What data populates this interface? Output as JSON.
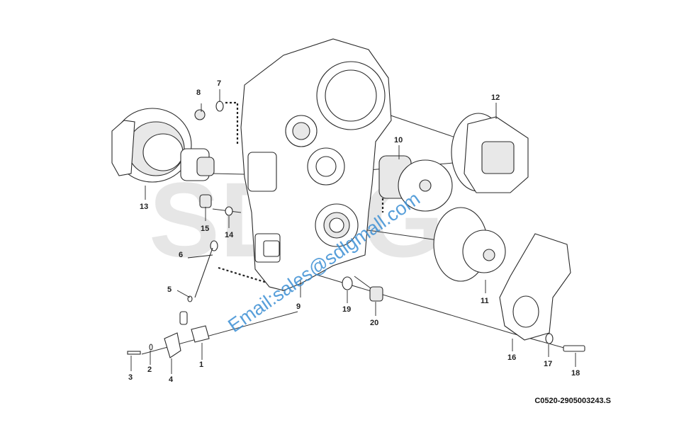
{
  "watermark": {
    "logo_text": "SDLG",
    "email_text": "Email:sales@sdlgmall.com"
  },
  "drawing_code": "C0520-2905003243.S",
  "callouts": {
    "c1": "1",
    "c2": "2",
    "c3": "3",
    "c4": "4",
    "c5": "5",
    "c6": "6",
    "c7": "7",
    "c8": "8",
    "c9": "9",
    "c10": "10",
    "c11": "11",
    "c12": "12",
    "c13": "13",
    "c14": "14",
    "c15": "15",
    "c16": "16",
    "c17": "17",
    "c18": "18",
    "c19": "19",
    "c20": "20"
  }
}
